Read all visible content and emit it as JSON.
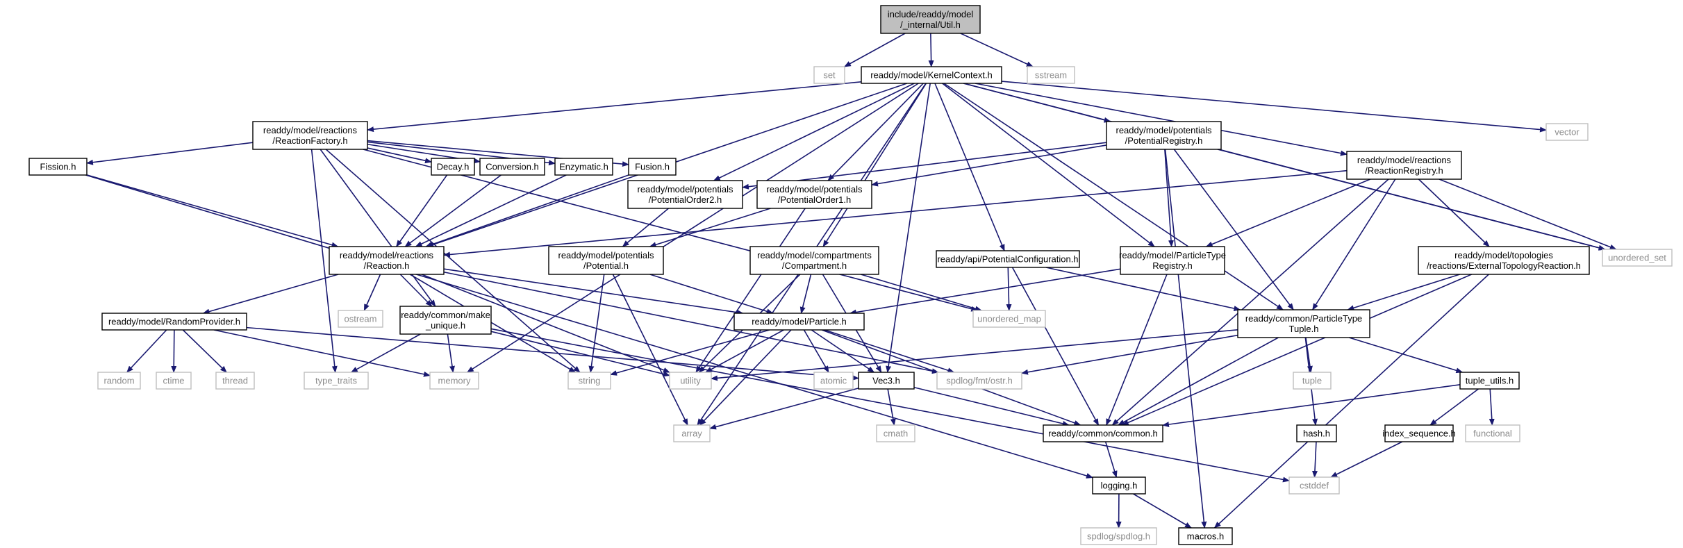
{
  "graph": {
    "nodes": [
      {
        "id": "util",
        "lines": [
          "include/readdy/model",
          "/_internal/Util.h"
        ],
        "kind": "root"
      },
      {
        "id": "set",
        "lines": [
          "set"
        ],
        "kind": "ext"
      },
      {
        "id": "kc",
        "lines": [
          "readdy/model/KernelContext.h"
        ],
        "kind": "file"
      },
      {
        "id": "sstream",
        "lines": [
          "sstream"
        ],
        "kind": "ext"
      },
      {
        "id": "vector",
        "lines": [
          "vector"
        ],
        "kind": "ext"
      },
      {
        "id": "rf",
        "lines": [
          "readdy/model/reactions",
          "/ReactionFactory.h"
        ],
        "kind": "file"
      },
      {
        "id": "pr",
        "lines": [
          "readdy/model/potentials",
          "/PotentialRegistry.h"
        ],
        "kind": "file"
      },
      {
        "id": "rr",
        "lines": [
          "readdy/model/reactions",
          "/ReactionRegistry.h"
        ],
        "kind": "file"
      },
      {
        "id": "fission",
        "lines": [
          "Fission.h"
        ],
        "kind": "file"
      },
      {
        "id": "decay",
        "lines": [
          "Decay.h"
        ],
        "kind": "file"
      },
      {
        "id": "conversion",
        "lines": [
          "Conversion.h"
        ],
        "kind": "file"
      },
      {
        "id": "enzymatic",
        "lines": [
          "Enzymatic.h"
        ],
        "kind": "file"
      },
      {
        "id": "fusion",
        "lines": [
          "Fusion.h"
        ],
        "kind": "file"
      },
      {
        "id": "po2",
        "lines": [
          "readdy/model/potentials",
          "/PotentialOrder2.h"
        ],
        "kind": "file"
      },
      {
        "id": "po1",
        "lines": [
          "readdy/model/potentials",
          "/PotentialOrder1.h"
        ],
        "kind": "file"
      },
      {
        "id": "uset",
        "lines": [
          "unordered_set"
        ],
        "kind": "ext"
      },
      {
        "id": "reaction",
        "lines": [
          "readdy/model/reactions",
          "/Reaction.h"
        ],
        "kind": "file"
      },
      {
        "id": "potential",
        "lines": [
          "readdy/model/potentials",
          "/Potential.h"
        ],
        "kind": "file"
      },
      {
        "id": "compartment",
        "lines": [
          "readdy/model/compartments",
          "/Compartment.h"
        ],
        "kind": "file"
      },
      {
        "id": "potconf",
        "lines": [
          "readdy/api/PotentialConfiguration.h"
        ],
        "kind": "file"
      },
      {
        "id": "ptr",
        "lines": [
          "readdy/model/ParticleType",
          "Registry.h"
        ],
        "kind": "file"
      },
      {
        "id": "etr",
        "lines": [
          "readdy/model/topologies",
          "/reactions/ExternalTopologyReaction.h"
        ],
        "kind": "file"
      },
      {
        "id": "ostream",
        "lines": [
          "ostream"
        ],
        "kind": "ext"
      },
      {
        "id": "makeunique",
        "lines": [
          "readdy/common/make",
          "_unique.h"
        ],
        "kind": "file"
      },
      {
        "id": "umap",
        "lines": [
          "unordered_map"
        ],
        "kind": "ext"
      },
      {
        "id": "rprov",
        "lines": [
          "readdy/model/RandomProvider.h"
        ],
        "kind": "file"
      },
      {
        "id": "particle",
        "lines": [
          "readdy/model/Particle.h"
        ],
        "kind": "file"
      },
      {
        "id": "ptt",
        "lines": [
          "readdy/common/ParticleType",
          "Tuple.h"
        ],
        "kind": "file"
      },
      {
        "id": "random",
        "lines": [
          "random"
        ],
        "kind": "ext"
      },
      {
        "id": "ctime",
        "lines": [
          "ctime"
        ],
        "kind": "ext"
      },
      {
        "id": "thread",
        "lines": [
          "thread"
        ],
        "kind": "ext"
      },
      {
        "id": "typetraits",
        "lines": [
          "type_traits"
        ],
        "kind": "ext"
      },
      {
        "id": "memory",
        "lines": [
          "memory"
        ],
        "kind": "ext"
      },
      {
        "id": "string",
        "lines": [
          "string"
        ],
        "kind": "ext"
      },
      {
        "id": "utility",
        "lines": [
          "utility"
        ],
        "kind": "ext"
      },
      {
        "id": "atomic",
        "lines": [
          "atomic"
        ],
        "kind": "ext"
      },
      {
        "id": "vec3",
        "lines": [
          "Vec3.h"
        ],
        "kind": "file"
      },
      {
        "id": "ostr",
        "lines": [
          "spdlog/fmt/ostr.h"
        ],
        "kind": "ext"
      },
      {
        "id": "tuple",
        "lines": [
          "tuple"
        ],
        "kind": "ext"
      },
      {
        "id": "tupleutils",
        "lines": [
          "tuple_utils.h"
        ],
        "kind": "file"
      },
      {
        "id": "array",
        "lines": [
          "array"
        ],
        "kind": "ext"
      },
      {
        "id": "cmath",
        "lines": [
          "cmath"
        ],
        "kind": "ext"
      },
      {
        "id": "common",
        "lines": [
          "readdy/common/common.h"
        ],
        "kind": "file"
      },
      {
        "id": "hash",
        "lines": [
          "hash.h"
        ],
        "kind": "file"
      },
      {
        "id": "indexseq",
        "lines": [
          "index_sequence.h"
        ],
        "kind": "file"
      },
      {
        "id": "functional",
        "lines": [
          "functional"
        ],
        "kind": "ext"
      },
      {
        "id": "cstddef",
        "lines": [
          "cstddef"
        ],
        "kind": "ext"
      },
      {
        "id": "logging",
        "lines": [
          "logging.h"
        ],
        "kind": "file"
      },
      {
        "id": "spdlog",
        "lines": [
          "spdlog/spdlog.h"
        ],
        "kind": "ext"
      },
      {
        "id": "macros",
        "lines": [
          "macros.h"
        ],
        "kind": "file"
      }
    ],
    "edges": [
      [
        "util",
        "set"
      ],
      [
        "util",
        "kc"
      ],
      [
        "util",
        "sstream"
      ],
      [
        "kc",
        "vector"
      ],
      [
        "kc",
        "uset"
      ],
      [
        "kc",
        "array"
      ],
      [
        "kc",
        "rf"
      ],
      [
        "kc",
        "reaction"
      ],
      [
        "kc",
        "memory"
      ],
      [
        "kc",
        "po2"
      ],
      [
        "kc",
        "po1"
      ],
      [
        "kc",
        "vec3"
      ],
      [
        "kc",
        "compartment"
      ],
      [
        "kc",
        "potconf"
      ],
      [
        "kc",
        "ptr"
      ],
      [
        "kc",
        "pr"
      ],
      [
        "kc",
        "ptt"
      ],
      [
        "kc",
        "rr"
      ],
      [
        "rf",
        "fission"
      ],
      [
        "rf",
        "decay"
      ],
      [
        "rf",
        "conversion"
      ],
      [
        "rf",
        "enzymatic"
      ],
      [
        "rf",
        "fusion"
      ],
      [
        "rf",
        "makeunique"
      ],
      [
        "rf",
        "string"
      ],
      [
        "rf",
        "typetraits"
      ],
      [
        "rf",
        "umap"
      ],
      [
        "fission",
        "reaction"
      ],
      [
        "fission",
        "logging"
      ],
      [
        "decay",
        "reaction"
      ],
      [
        "conversion",
        "reaction"
      ],
      [
        "enzymatic",
        "reaction"
      ],
      [
        "fusion",
        "reaction"
      ],
      [
        "pr",
        "po2"
      ],
      [
        "pr",
        "po1"
      ],
      [
        "pr",
        "ptr"
      ],
      [
        "pr",
        "ptt"
      ],
      [
        "pr",
        "macros"
      ],
      [
        "pr",
        "uset"
      ],
      [
        "po2",
        "potential"
      ],
      [
        "po1",
        "potential"
      ],
      [
        "po1",
        "utility"
      ],
      [
        "rr",
        "reaction"
      ],
      [
        "rr",
        "ptr"
      ],
      [
        "rr",
        "ptt"
      ],
      [
        "rr",
        "etr"
      ],
      [
        "rr",
        "uset"
      ],
      [
        "rr",
        "common"
      ],
      [
        "reaction",
        "rprov"
      ],
      [
        "reaction",
        "ostream"
      ],
      [
        "reaction",
        "makeunique"
      ],
      [
        "reaction",
        "particle"
      ],
      [
        "reaction",
        "string"
      ],
      [
        "reaction",
        "utility"
      ],
      [
        "reaction",
        "ostr"
      ],
      [
        "potential",
        "particle"
      ],
      [
        "potential",
        "string"
      ],
      [
        "potential",
        "array"
      ],
      [
        "compartment",
        "particle"
      ],
      [
        "compartment",
        "vec3"
      ],
      [
        "compartment",
        "umap"
      ],
      [
        "compartment",
        "utility"
      ],
      [
        "potconf",
        "umap"
      ],
      [
        "potconf",
        "ptt"
      ],
      [
        "potconf",
        "common"
      ],
      [
        "ptr",
        "particle"
      ],
      [
        "ptr",
        "common"
      ],
      [
        "etr",
        "ptt"
      ],
      [
        "etr",
        "common"
      ],
      [
        "etr",
        "macros"
      ],
      [
        "makeunique",
        "typetraits"
      ],
      [
        "makeunique",
        "memory"
      ],
      [
        "makeunique",
        "utility"
      ],
      [
        "makeunique",
        "cstddef"
      ],
      [
        "rprov",
        "random"
      ],
      [
        "rprov",
        "ctime"
      ],
      [
        "rprov",
        "thread"
      ],
      [
        "rprov",
        "memory"
      ],
      [
        "rprov",
        "vec3"
      ],
      [
        "particle",
        "string"
      ],
      [
        "particle",
        "utility"
      ],
      [
        "particle",
        "atomic"
      ],
      [
        "particle",
        "vec3"
      ],
      [
        "particle",
        "ostr"
      ],
      [
        "particle",
        "array"
      ],
      [
        "particle",
        "common"
      ],
      [
        "ptt",
        "utility"
      ],
      [
        "ptt",
        "ostr"
      ],
      [
        "ptt",
        "tuple"
      ],
      [
        "ptt",
        "hash"
      ],
      [
        "ptt",
        "tupleutils"
      ],
      [
        "ptt",
        "common"
      ],
      [
        "vec3",
        "array"
      ],
      [
        "vec3",
        "cmath"
      ],
      [
        "vec3",
        "common"
      ],
      [
        "tupleutils",
        "common"
      ],
      [
        "tupleutils",
        "indexseq"
      ],
      [
        "tupleutils",
        "functional"
      ],
      [
        "common",
        "logging"
      ],
      [
        "hash",
        "cstddef"
      ],
      [
        "indexseq",
        "cstddef"
      ],
      [
        "logging",
        "spdlog"
      ],
      [
        "logging",
        "macros"
      ]
    ]
  }
}
